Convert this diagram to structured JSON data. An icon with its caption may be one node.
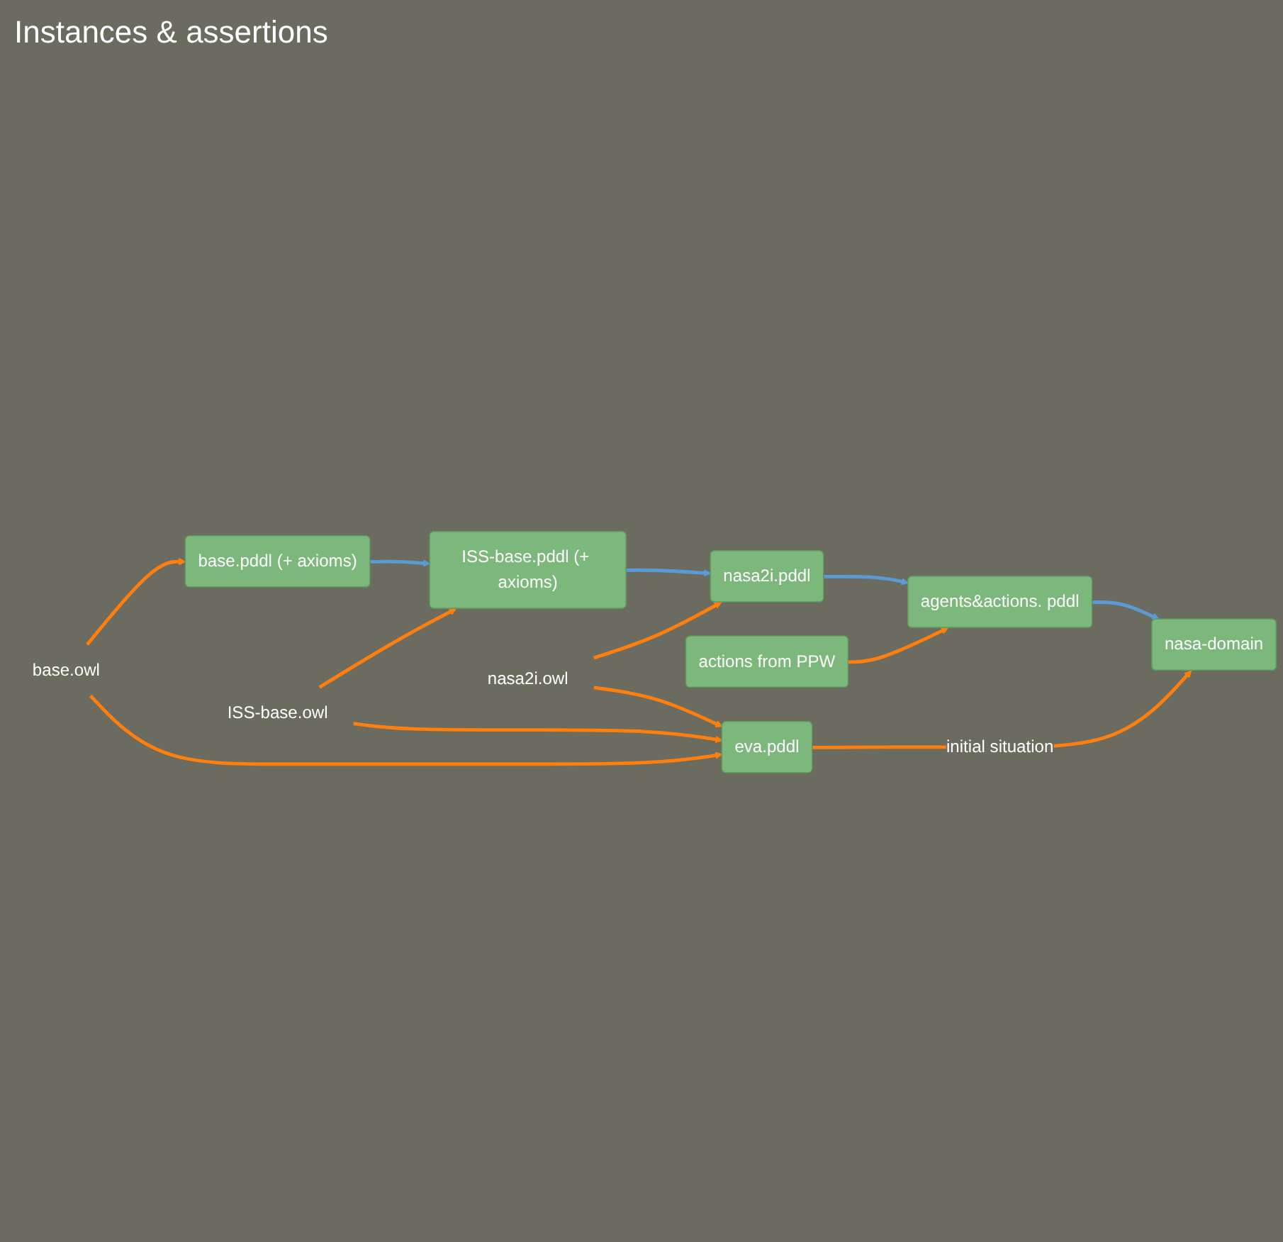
{
  "diagram": {
    "nodes": [
      {
        "text": [
          "base.owl"
        ]
      },
      {
        "text": [
          "base.pddl (+ axioms)"
        ]
      },
      {
        "text": [
          "ISS-base.owl"
        ]
      },
      {
        "text": [
          "ISS-base.pddl (+ axioms)"
        ]
      },
      {
        "text": [
          "nasa2i.owl"
        ]
      },
      {
        "text": [
          "nasa2i.pddl"
        ]
      },
      {
        "text": [
          "actions from PPW"
        ]
      },
      {
        "text": [
          "agents&actions. pddl"
        ]
      },
      {
        "text": [
          "eva.pddl"
        ]
      },
      {
        "text": [
          "nasa-domain"
        ]
      }
    ],
    "edges": [
      {
        "from": 0,
        "to": 1,
        "arrow": "to"
      },
      {
        "from": 2,
        "to": 3,
        "arrow": "to"
      },
      {
        "from": 4,
        "to": 5,
        "arrow": "to"
      },
      {
        "from": 1,
        "to": 3,
        "arrow": "to",
        "color": "#5b9bd5"
      },
      {
        "from": 3,
        "to": 5,
        "arrow": "to",
        "color": "#5b9bd5"
      },
      {
        "from": 5,
        "to": 7,
        "arrow": "to",
        "color": "#5b9bd5"
      },
      {
        "from": 6,
        "to": 7,
        "arrow": "to"
      },
      {
        "from": 7,
        "to": 9,
        "arrow": "to",
        "color": "#5b9bd5"
      },
      {
        "from": 8,
        "to": 9,
        "arrow": "to",
        "label": "initial situation"
      },
      {
        "from": 0,
        "to": 8,
        "arrow": "to"
      },
      {
        "from": 2,
        "to": 8,
        "arrow": "to"
      },
      {
        "from": 4,
        "to": 8,
        "arrow": "to"
      }
    ],
    "labels": [
      "Instances & assertions"
    ]
  }
}
